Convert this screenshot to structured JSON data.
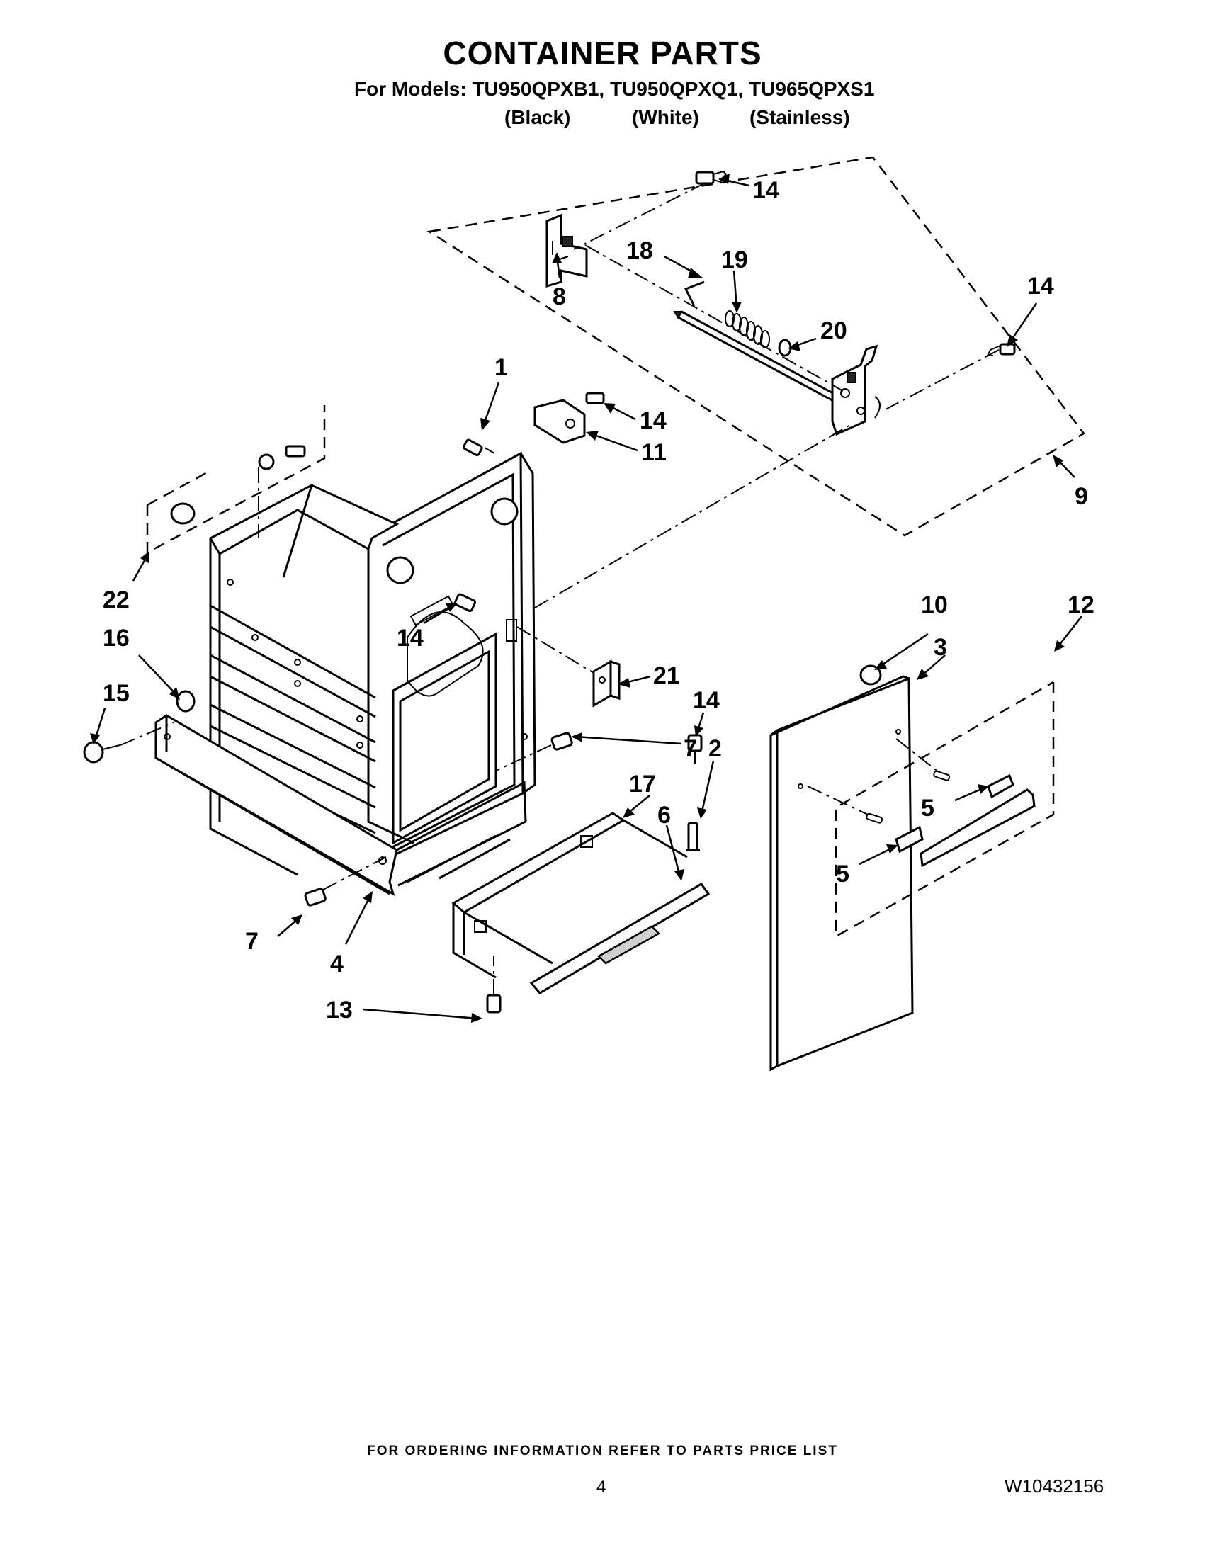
{
  "header": {
    "title": "CONTAINER PARTS",
    "models": "For Models: TU950QPXB1, TU950QPXQ1, TU965QPXS1",
    "colors": [
      "(Black)",
      "(White)",
      "(Stainless)"
    ]
  },
  "callouts": {
    "c14_top": "14",
    "c8": "8",
    "c18": "18",
    "c19": "19",
    "c14_right": "14",
    "c20": "20",
    "c1": "1",
    "c14_hinge": "14",
    "c11": "11",
    "c9": "9",
    "c22": "22",
    "c14_mid": "14",
    "c16": "16",
    "c15": "15",
    "c21": "21",
    "c10": "10",
    "c3": "3",
    "c12": "12",
    "c14_lower": "14",
    "c2": "2",
    "c7_right": "7",
    "c17": "17",
    "c6": "6",
    "c5_upper": "5",
    "c5_lower": "5",
    "c7_left": "7",
    "c4": "4",
    "c13": "13"
  },
  "footer": {
    "note": "FOR ORDERING INFORMATION REFER TO PARTS PRICE LIST",
    "page": "4",
    "doc": "W10432156"
  }
}
